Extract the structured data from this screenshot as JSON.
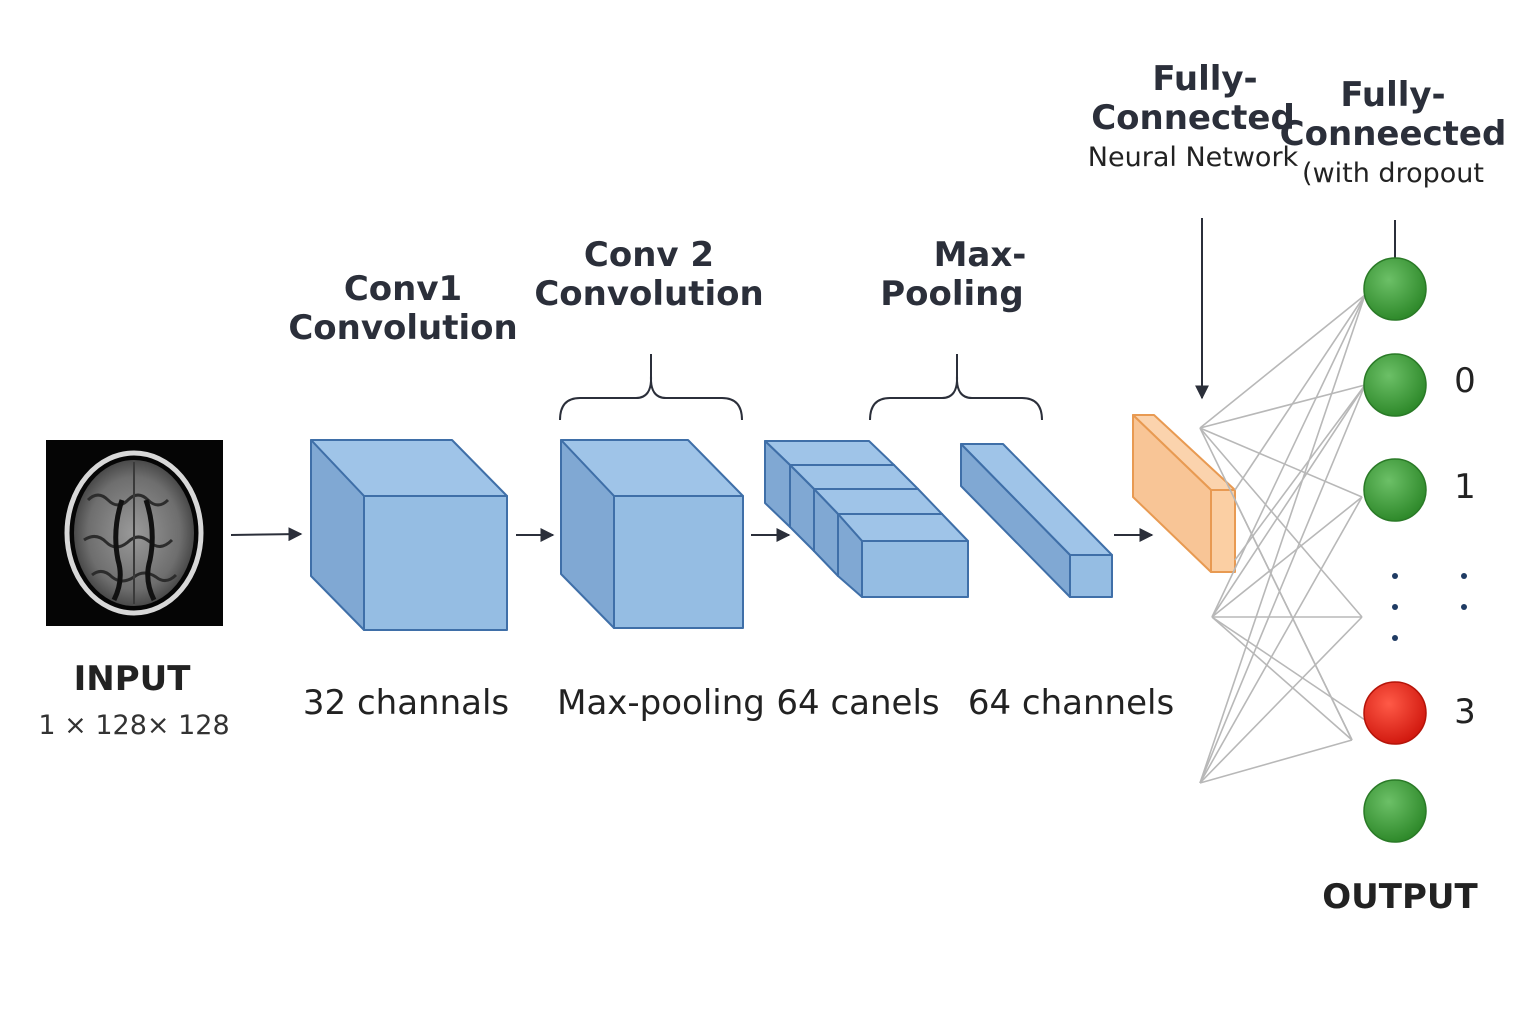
{
  "input": {
    "title": "INPUT",
    "dims": "1 × 128× 128"
  },
  "layers": {
    "conv1": {
      "line1": "Conv1",
      "line2": "Convolution",
      "bottom": "32 channals"
    },
    "conv2": {
      "line1": "Conv 2",
      "line2": "Convolution",
      "bottom": "Max-pooling"
    },
    "pool": {
      "line1": "Max-",
      "line2": "Pooling",
      "bottom_a": "64  canels",
      "bottom_b": "64 channels"
    },
    "fc1": {
      "line1": "Fully-",
      "line2": "Connected",
      "line3": "Neural Network"
    },
    "fc2": {
      "line1": "Fully-",
      "line2": "Conneected",
      "line3": "(with dropout"
    }
  },
  "output": {
    "title": "OUTPUT",
    "labels": [
      "0",
      "1",
      "3"
    ]
  },
  "colors": {
    "block_front": "#95bde3",
    "block_side": "#80a8d3",
    "block_top": "#9fc4e8",
    "block_edge": "#3f6fa8",
    "fc_block": "#f8c596",
    "fc_edge": "#e89a52",
    "node_green": "#3f9a3a",
    "node_red": "#e02b1e",
    "connection": "#b8b8b8"
  }
}
